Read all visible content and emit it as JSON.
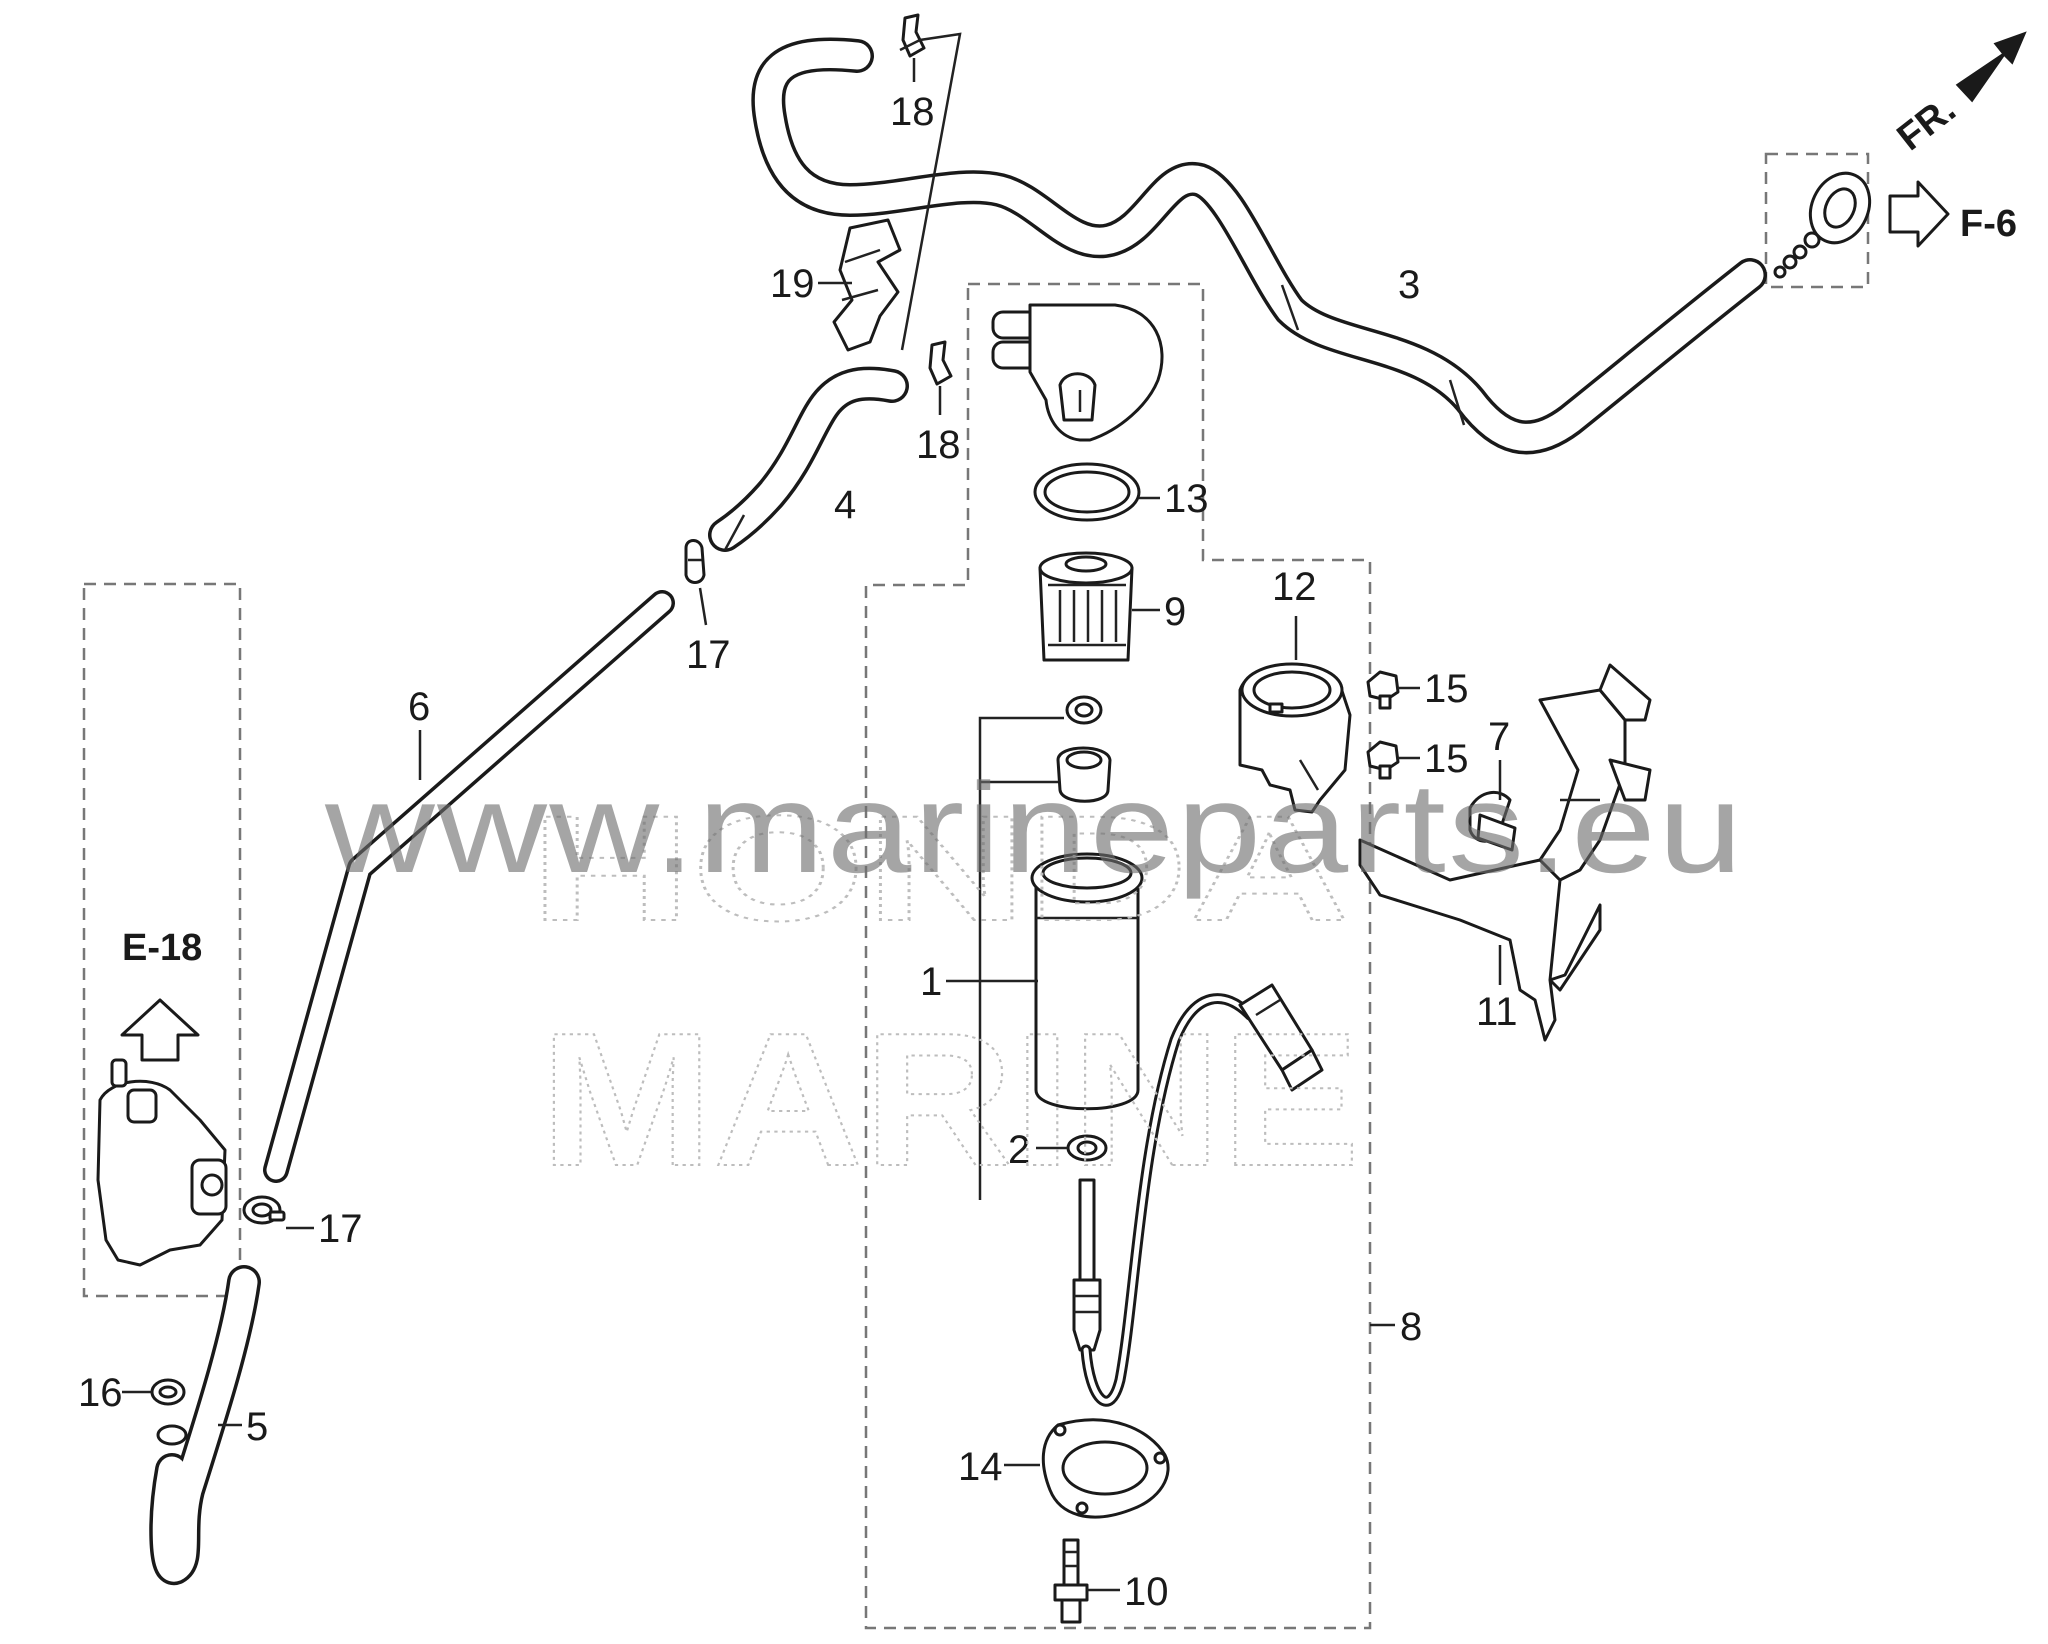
{
  "watermark": {
    "url": "www.marineparts.eu",
    "logo_line1": "HONDA",
    "logo_line2": "MARINE"
  },
  "references": {
    "front": "FR.",
    "f6": "F-6",
    "e18": "E-18"
  },
  "callouts": {
    "p1": "1",
    "p2": "2",
    "p3": "3",
    "p4": "4",
    "p5": "5",
    "p6": "6",
    "p7": "7",
    "p8": "8",
    "p9": "9",
    "p10": "10",
    "p11": "11",
    "p12": "12",
    "p13": "13",
    "p14": "14",
    "p15a": "15",
    "p15b": "15",
    "p16": "16",
    "p17a": "17",
    "p17b": "17",
    "p18a": "18",
    "p18b": "18",
    "p19": "19"
  }
}
